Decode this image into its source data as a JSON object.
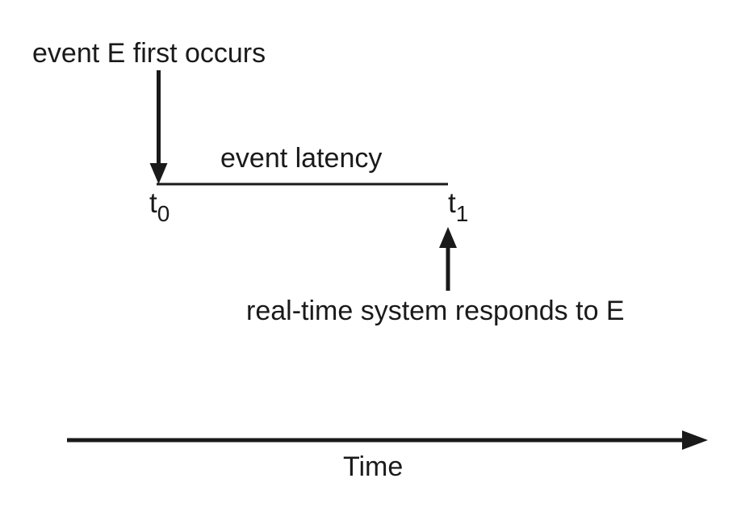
{
  "diagram": {
    "annotations": {
      "event_occurs": "event E first occurs",
      "event_latency": "event latency",
      "responds": "real-time system responds to E"
    },
    "time_points": {
      "t0": {
        "base": "t",
        "sub": "0"
      },
      "t1": {
        "base": "t",
        "sub": "1"
      }
    },
    "axis": {
      "label": "Time"
    },
    "colors": {
      "ink": "#1a1a1a",
      "background": "#ffffff"
    }
  }
}
